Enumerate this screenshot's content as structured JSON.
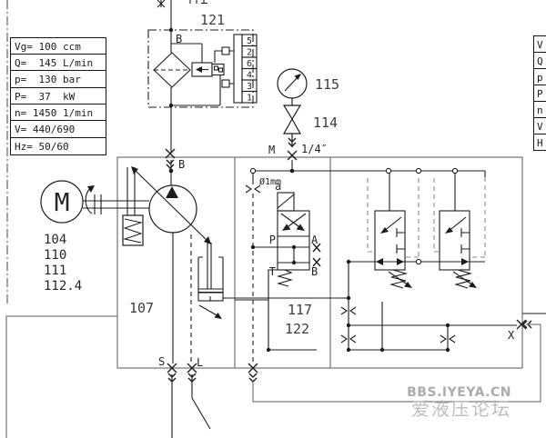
{
  "colors": {
    "ink": "#1c1c1c",
    "frame_gray": "#7c7c7c",
    "pilot_gray": "#8a8a8a",
    "watermark_gray": "#b2b2b2"
  },
  "tables": {
    "left": {
      "rows": [
        "Vg= 100 ccm",
        "Q=  145 L/min",
        "p=  130 bar",
        "P=  37  kW",
        "n= 1450 1/min",
        "V= 440/690",
        "Hz= 50/60"
      ]
    },
    "right_partial": {
      "rows": [
        "V",
        "Q",
        "p",
        "P",
        "n",
        "V",
        "H"
      ]
    }
  },
  "components": {
    "filter_tag": "121",
    "gauge_tag": "115",
    "shutoff_valve_tag": "114",
    "motor_tags": [
      "104",
      "110",
      "111",
      "112.4"
    ],
    "pump_tag": "107",
    "control_valve_tag": "117",
    "subplate_tag": "122"
  },
  "motor_letter": "M",
  "ports": {
    "filter_b": "B",
    "block_b": "B",
    "gauge_m": "M",
    "gauge_size": "1/4″",
    "suction_s": "S",
    "leak_l": "L",
    "pilot_x": "X"
  },
  "valve117": {
    "solenoid_a": "a",
    "orifice": "Ø1mm",
    "port_p": "P",
    "port_a": "A",
    "port_t": "T",
    "port_b": "B"
  },
  "terminals": [
    "5",
    "2",
    "6",
    "4",
    "3",
    "1"
  ],
  "watermark": {
    "line1": "BBS.IYEYA.CN",
    "line2": "爱液压论坛"
  }
}
